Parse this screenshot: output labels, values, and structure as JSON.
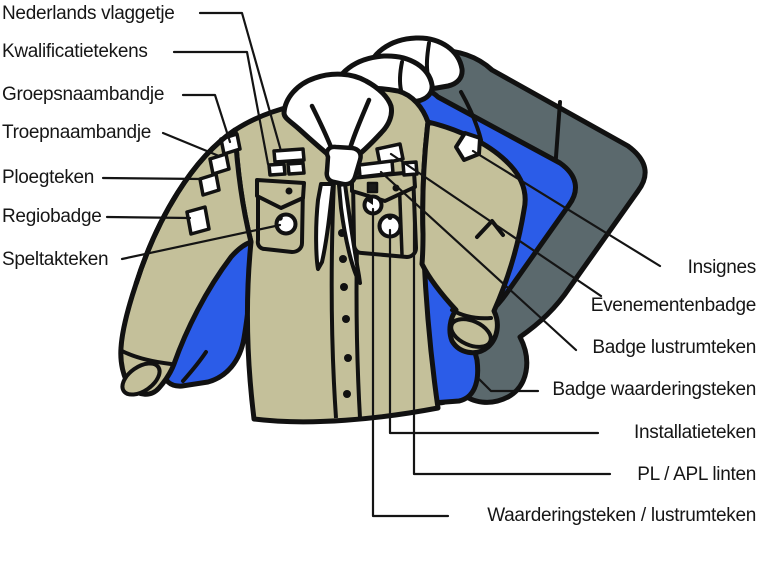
{
  "diagram": {
    "type": "labeled_illustration",
    "subject": "Scouting uniform shirts with badge placement",
    "left_labels": [
      "Nederlands vlaggetje",
      "Kwalificatietekens",
      "Groepsnaambandje",
      "Troepnaambandje",
      "Ploegteken",
      "Regiobadge",
      "Speltakteken"
    ],
    "right_labels": [
      "Insignes",
      "Evenementenbadge",
      "Badge lustrumteken",
      "Badge waarderingsteken",
      "Installatieteken",
      "PL / APL linten",
      "Waarderingsteken / lustrumteken"
    ]
  },
  "colors": {
    "shirt_front": "#c4c09a",
    "shirt_middle": "#2b5ce8",
    "shirt_back": "#5b696d",
    "neckerchief": "#ffffff",
    "outline": "#111111",
    "text": "#161616",
    "background": "#ffffff"
  }
}
